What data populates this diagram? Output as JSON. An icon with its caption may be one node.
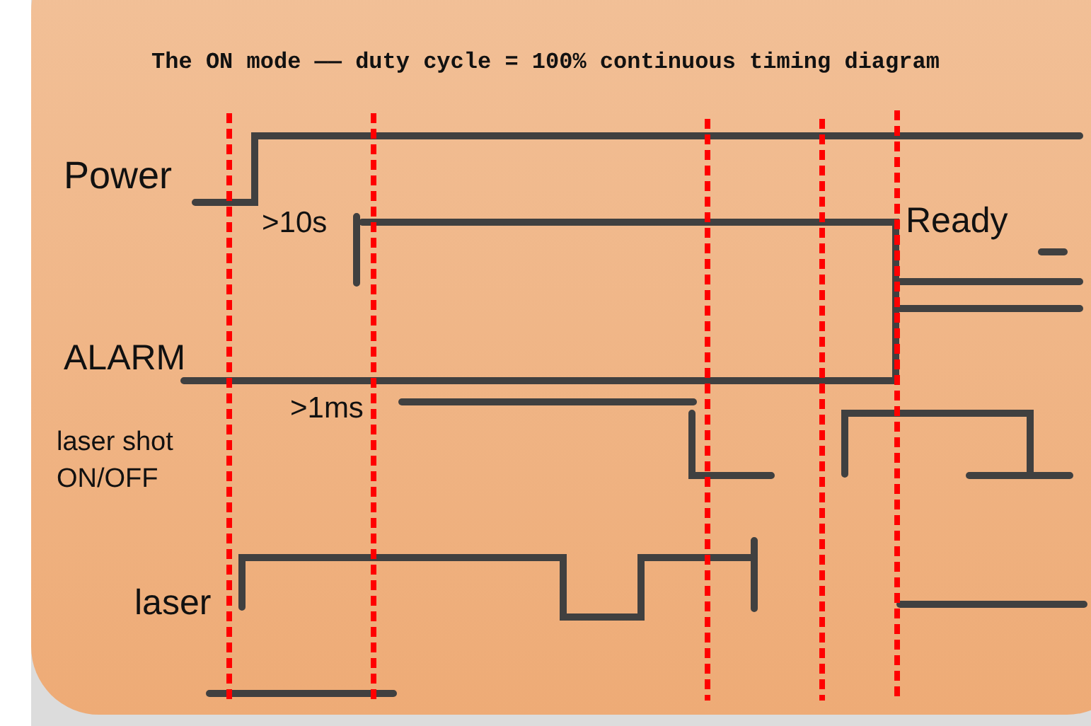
{
  "diagram": {
    "title": "The ON mode —— duty cycle = 100% continuous timing diagram",
    "labels": [
      "Power",
      ">10s",
      "Ready",
      "ALARM",
      ">1ms",
      "laser shot ON/OFF",
      "laser"
    ]
  }
}
